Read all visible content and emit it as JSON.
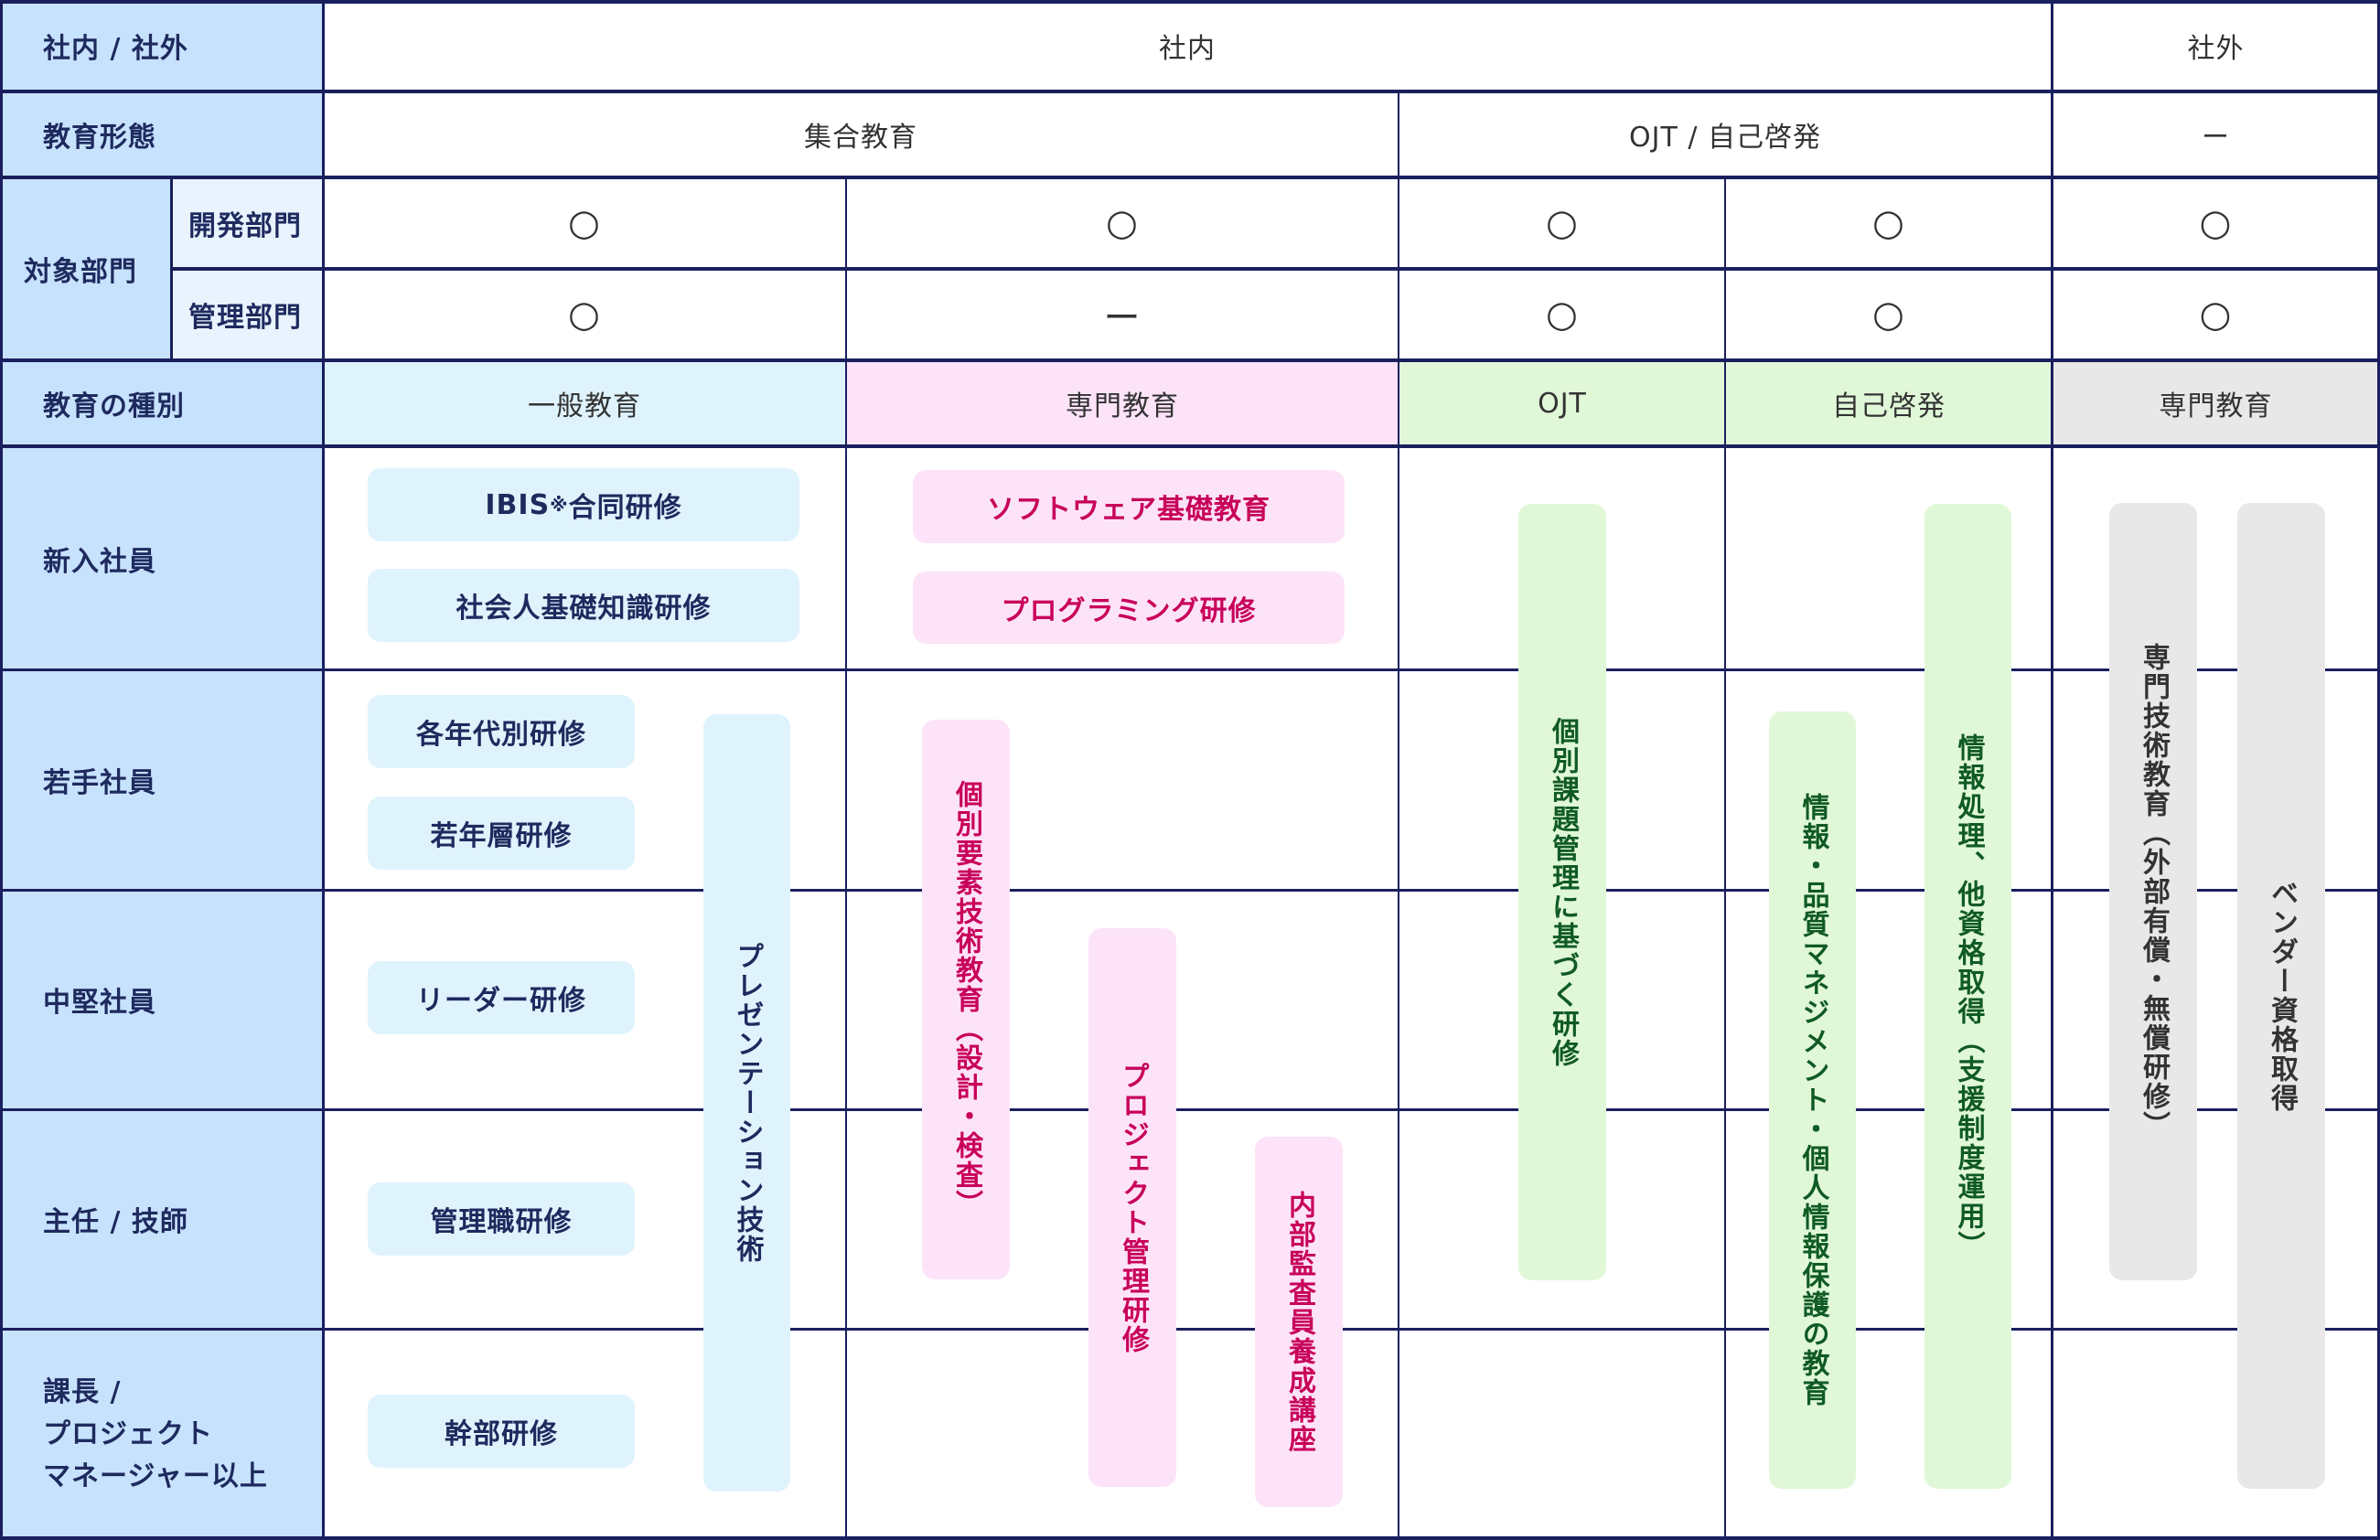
{
  "row_labels": {
    "scope": "社内 / 社外",
    "form": "教育形態",
    "target": "対象部門",
    "target_dev": "開発部門",
    "target_admin": "管理部門",
    "category": "教育の種別",
    "new_hire": "新入社員",
    "young": "若手社員",
    "mid": "中堅社員",
    "chief": "主任 / 技師",
    "manager_lines": [
      "課長 /",
      "プロジェクト",
      "マネージャー以上"
    ]
  },
  "scope": {
    "internal": "社内",
    "external": "社外"
  },
  "form": {
    "group": "集合教育",
    "ojt_self": "OJT / 自己啓発",
    "external": "ー"
  },
  "target": {
    "dev": [
      "○",
      "○",
      "○",
      "○",
      "○"
    ],
    "admin": [
      "○",
      "ー",
      "○",
      "○",
      "○"
    ]
  },
  "categories": [
    {
      "label": "一般教育",
      "color": "#dff3fd"
    },
    {
      "label": "専門教育",
      "color": "#fde3f8"
    },
    {
      "label": "OJT",
      "color": "#e0f8d8"
    },
    {
      "label": "自己啓発",
      "color": "#e0f8d8"
    },
    {
      "label": "専門教育",
      "color": "#e8e8e8"
    }
  ],
  "programs": {
    "general": {
      "ibis_prefix": "IBIS",
      "ibis_mark": "※",
      "ibis_suffix": "合同研修",
      "social_basics": "社会人基礎知識研修",
      "by_age": "各年代別研修",
      "young_layer": "若年層研修",
      "leader": "リーダー研修",
      "management_position": "管理職研修",
      "executive": "幹部研修",
      "presentation": "プレゼンテーション技術"
    },
    "special": {
      "software_basics": "ソフトウェア基礎教育",
      "programming": "プログラミング研修",
      "element_tech": "個別要素技術教育（設計・検査）",
      "project_mgmt": "プロジェクト管理研修",
      "internal_audit": "内部監査員養成講座"
    },
    "ojt": {
      "individual_task": "個別課題管理に基づく研修"
    },
    "self_dev": {
      "info_quality": "情報・品質マネジメント・個人情報保護の教育",
      "certification": "情報処理、他資格取得（支援制度運用）"
    },
    "external": {
      "tech_education": "専門技術教育（外部有償・無償研修）",
      "vendor_cert": "ベンダー資格取得"
    }
  },
  "colors": {
    "border": "#1a1f5e",
    "label_bg": "#c7e2fd",
    "label_sub_bg": "#e8f3fe",
    "label_text": "#1e2a5e",
    "special_text": "#c8005a",
    "green_text": "#105a24"
  }
}
